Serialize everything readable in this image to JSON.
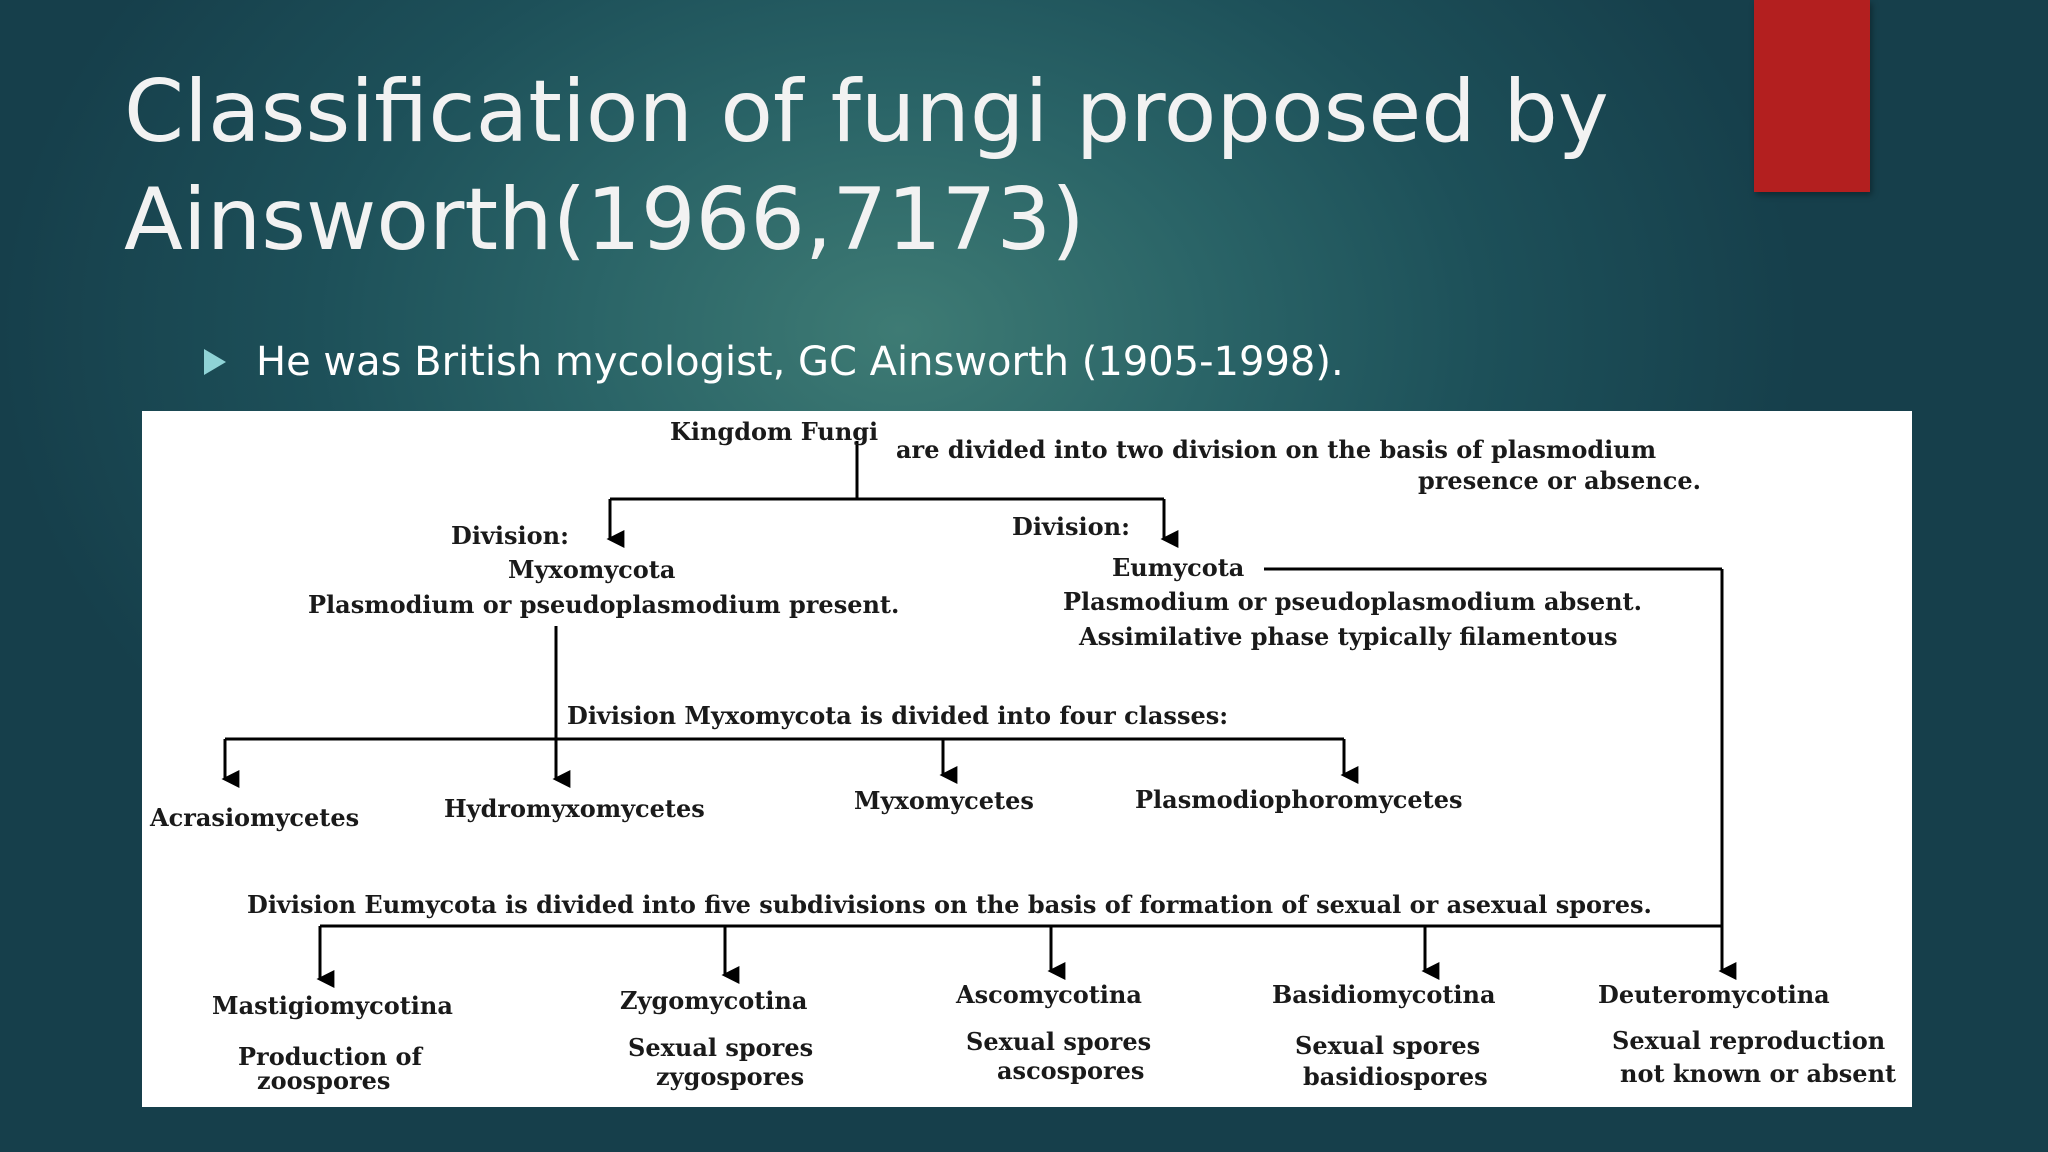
{
  "title": "Classification of fungi proposed by Ainsworth(1966,7173)",
  "bullet": "He was British mycologist, GC Ainsworth (1905-1998).",
  "colors": {
    "accent_bar": "#b31f1f",
    "bullet_arrow": "#8fd3d6",
    "title_text": "#f2f2f2"
  },
  "icons": {
    "bullet": "triangle-right-icon"
  },
  "diagram": {
    "root": "Kingdom Fungi",
    "root_note_1": "are divided into two division on the basis of plasmodium",
    "root_note_2": "presence or absence.",
    "myxo": {
      "division_label": "Division:",
      "name": "Myxomycota",
      "desc": "Plasmodium or pseudoplasmodium present."
    },
    "eumy": {
      "division_label": "Division:",
      "name": "Eumycota",
      "desc_1": "Plasmodium or pseudoplasmodium absent.",
      "desc_2": "Assimilative phase typically filamentous"
    },
    "myxo_note": "Division Myxomycota is divided into four classes:",
    "myxo_classes": [
      "Acrasiomycetes",
      "Hydromyxomycetes",
      "Myxomycetes",
      "Plasmodiophoromycetes"
    ],
    "eumy_note": "Division Eumycota is divided into five subdivisions on the basis of formation of sexual or asexual spores.",
    "subdivisions": [
      {
        "name": "Mastigiomycotina",
        "desc_1": "Production of",
        "desc_2": "zoospores"
      },
      {
        "name": "Zygomycotina",
        "desc_1": "Sexual spores",
        "desc_2": "zygospores"
      },
      {
        "name": "Ascomycotina",
        "desc_1": "Sexual spores",
        "desc_2": "ascospores"
      },
      {
        "name": "Basidiomycotina",
        "desc_1": "Sexual spores",
        "desc_2": "basidiospores"
      },
      {
        "name": "Deuteromycotina",
        "desc_1": "Sexual reproduction",
        "desc_2": "not known or absent"
      }
    ]
  }
}
